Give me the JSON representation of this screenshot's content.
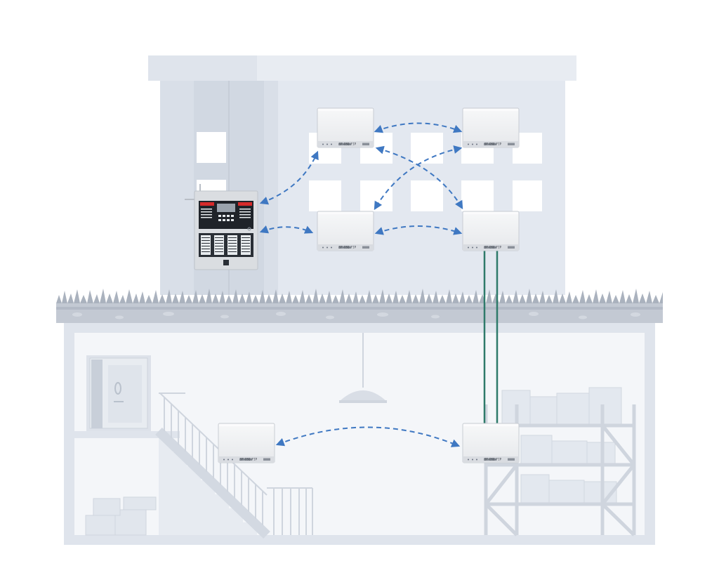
{
  "diagram": {
    "colors": {
      "building": "#e3e8f0",
      "building_dark": "#d3d9e3",
      "window": "#ffffff",
      "ground": "#b8bfca",
      "grass": "#a9b1bd",
      "basement_wall": "#dfe4ec",
      "basement_inner": "#f3f5f9",
      "wireless_link": "#3f78c2",
      "wired_link": "#2e7a6a",
      "device_body": "#f1f2f4",
      "device_strip": "#d9dce1",
      "panel_body": "#d7dade",
      "panel_red": "#d52a2a",
      "panel_dark": "#1f2329"
    },
    "devices": [
      {
        "id": "repeater-top-left",
        "label": "SF-DSQ-FIP",
        "level": "upper-floor"
      },
      {
        "id": "repeater-top-right",
        "label": "SF-DSQ-FIP",
        "level": "upper-floor"
      },
      {
        "id": "repeater-mid-left",
        "label": "SF-DSQ-FIP",
        "level": "ground-floor"
      },
      {
        "id": "repeater-mid-right",
        "label": "SF-DSQ-FIP",
        "level": "ground-floor"
      },
      {
        "id": "repeater-basement-left",
        "label": "SF-DSQ-FIP",
        "level": "basement"
      },
      {
        "id": "repeater-basement-right",
        "label": "SF-DSQ-FIP",
        "level": "basement"
      }
    ],
    "control_panel": {
      "id": "fire-alarm-control-panel",
      "level": "ground-floor"
    },
    "links": [
      {
        "from": "fire-alarm-control-panel",
        "to": "repeater-top-left",
        "type": "wireless"
      },
      {
        "from": "fire-alarm-control-panel",
        "to": "repeater-mid-left",
        "type": "wireless"
      },
      {
        "from": "repeater-top-left",
        "to": "repeater-top-right",
        "type": "wireless"
      },
      {
        "from": "repeater-top-left",
        "to": "repeater-mid-right",
        "type": "wireless"
      },
      {
        "from": "repeater-top-right",
        "to": "repeater-mid-left",
        "type": "wireless"
      },
      {
        "from": "repeater-mid-left",
        "to": "repeater-mid-right",
        "type": "wireless"
      },
      {
        "from": "repeater-mid-right",
        "to": "repeater-basement-right",
        "type": "wired"
      },
      {
        "from": "repeater-basement-left",
        "to": "repeater-basement-right",
        "type": "wireless"
      }
    ]
  }
}
